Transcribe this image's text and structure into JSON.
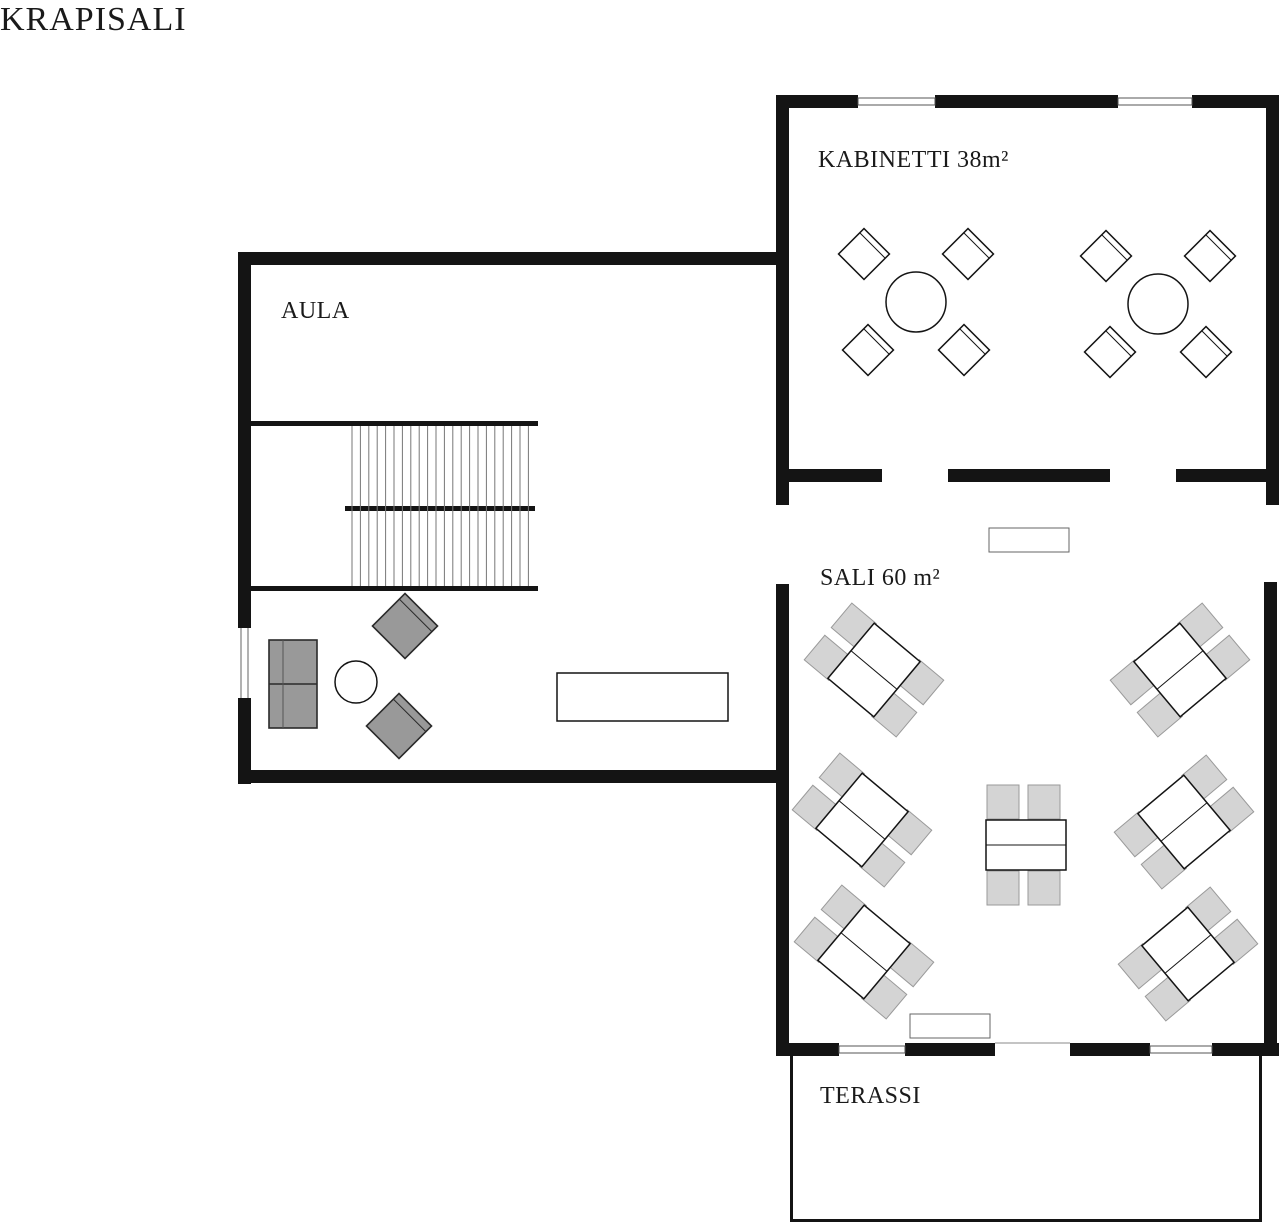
{
  "title": "KRAPISALI",
  "rooms": {
    "aula": "AULA",
    "kabinetti": "KABINETTI 38m²",
    "sali": "SALI 60 m²",
    "terassi": "TERASSI"
  },
  "colors": {
    "wall": "#141414",
    "furniture_light": "#d4d4d4",
    "furniture_dark": "#999999",
    "background": "#ffffff"
  },
  "furniture": {
    "kabinetti_round_tables": 2,
    "kabinetti_chairs_per_table": 4,
    "sali_table_groups": 7,
    "aula_armchairs": 2,
    "aula_sofa": 1
  }
}
